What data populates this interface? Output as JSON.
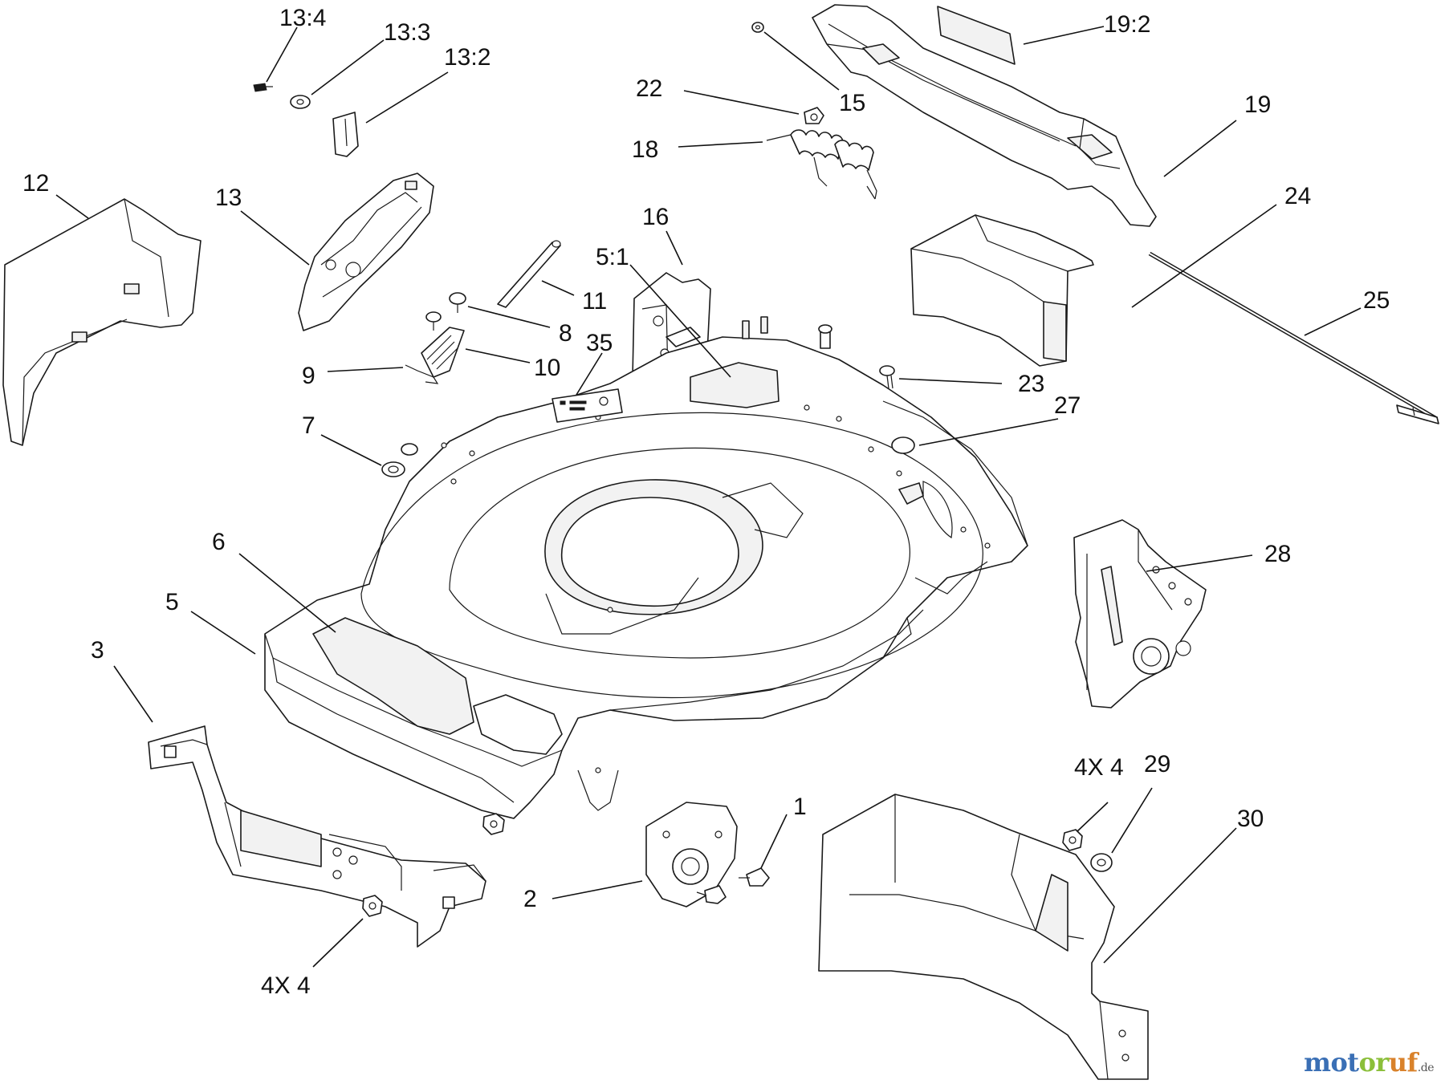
{
  "diagram": {
    "callouts": [
      {
        "id": "c-13-4",
        "text": "13:4"
      },
      {
        "id": "c-13-3",
        "text": "13:3"
      },
      {
        "id": "c-13-2",
        "text": "13:2"
      },
      {
        "id": "c-12",
        "text": "12"
      },
      {
        "id": "c-13",
        "text": "13"
      },
      {
        "id": "c-22",
        "text": "22"
      },
      {
        "id": "c-15",
        "text": "15"
      },
      {
        "id": "c-18",
        "text": "18"
      },
      {
        "id": "c-19-2",
        "text": "19:2"
      },
      {
        "id": "c-19",
        "text": "19"
      },
      {
        "id": "c-24",
        "text": "24"
      },
      {
        "id": "c-16",
        "text": "16"
      },
      {
        "id": "c-5-1",
        "text": "5:1"
      },
      {
        "id": "c-11",
        "text": "11"
      },
      {
        "id": "c-8",
        "text": "8"
      },
      {
        "id": "c-35",
        "text": "35"
      },
      {
        "id": "c-9",
        "text": "9"
      },
      {
        "id": "c-10",
        "text": "10"
      },
      {
        "id": "c-25",
        "text": "25"
      },
      {
        "id": "c-23",
        "text": "23"
      },
      {
        "id": "c-27",
        "text": "27"
      },
      {
        "id": "c-7",
        "text": "7"
      },
      {
        "id": "c-6",
        "text": "6"
      },
      {
        "id": "c-5",
        "text": "5"
      },
      {
        "id": "c-28",
        "text": "28"
      },
      {
        "id": "c-3",
        "text": "3"
      },
      {
        "id": "c-4x4-right",
        "text": "4X 4"
      },
      {
        "id": "c-29",
        "text": "29"
      },
      {
        "id": "c-1",
        "text": "1"
      },
      {
        "id": "c-30",
        "text": "30"
      },
      {
        "id": "c-2",
        "text": "2"
      },
      {
        "id": "c-4x4-left",
        "text": "4X 4"
      }
    ]
  },
  "watermark": {
    "part1": "mot",
    "part2": "or",
    "part3": "uf",
    "tld": ".de"
  }
}
